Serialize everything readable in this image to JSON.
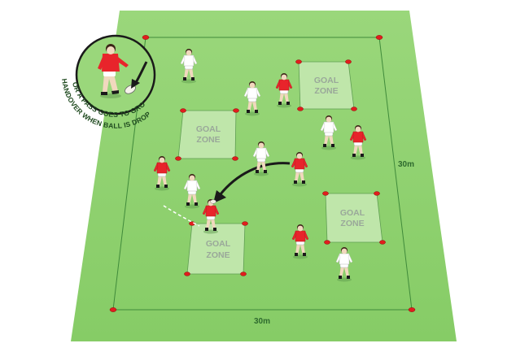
{
  "drill": {
    "dimensions": {
      "width_label": "30m",
      "depth_label": "30m"
    },
    "goal_zones": [
      {
        "id": "top-right",
        "line1": "GOAL",
        "line2": "ZONE"
      },
      {
        "id": "mid-left",
        "line1": "GOAL",
        "line2": "ZONE"
      },
      {
        "id": "right",
        "line1": "GOAL",
        "line2": "ZONE"
      },
      {
        "id": "bottom-center",
        "line1": "GOAL",
        "line2": "ZONE"
      }
    ],
    "inset": {
      "line1": "HANDOVER WHEN BALL IS DROPPED",
      "line2": "OR A PASS GOES TO GROUND"
    },
    "team_colors": {
      "attack": "#e8242b",
      "defence": "#ffffff",
      "pitch": "#8fd16f",
      "zone": "#b9e3a2",
      "cone": "#e11d1d"
    }
  }
}
